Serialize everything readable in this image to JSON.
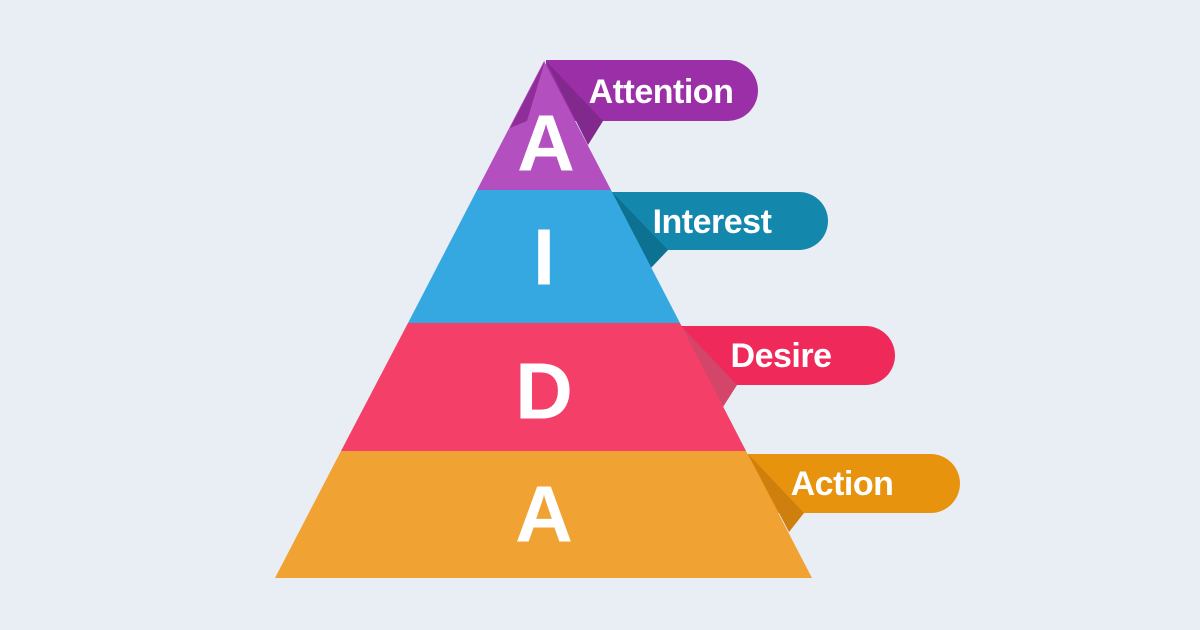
{
  "diagram": {
    "name": "AIDA funnel pyramid",
    "background_color": "#e9edf4",
    "text_color": "#ffffff",
    "stages": [
      {
        "letter": "A",
        "label": "Attention",
        "section_color": "#b44fc0",
        "ribbon_color": "#9b2fa7",
        "fold_color": "#82298e",
        "apex_fold_color": "#8f2d99"
      },
      {
        "letter": "I",
        "label": "Interest",
        "section_color": "#35a8e1",
        "ribbon_color": "#1487ac",
        "fold_color": "#0d7191"
      },
      {
        "letter": "D",
        "label": "Desire",
        "section_color": "#f43f68",
        "ribbon_color": "#ef2a5b",
        "fold_color": "#d4456a"
      },
      {
        "letter": "A",
        "label": "Action",
        "section_color": "#f0a233",
        "ribbon_color": "#e7930e",
        "fold_color": "#cf7f0d"
      }
    ]
  }
}
